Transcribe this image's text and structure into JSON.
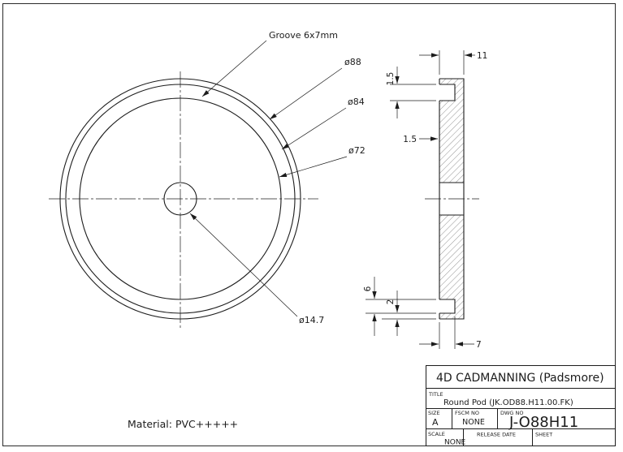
{
  "page": {
    "bg": "#ffffff",
    "line_color": "#1c1c1c"
  },
  "front_view": {
    "labels": {
      "groove": "Groove 6x7mm",
      "dia_88": "ø88",
      "dia_84": "ø84",
      "dia_72": "ø72",
      "dia_14_7": "ø14.7"
    }
  },
  "section_view": {
    "dims": {
      "width_total": "11",
      "lip_top": "1.5",
      "step": "1.5",
      "groove_width": "6",
      "lip_bottom": "2",
      "groove_depth": "7"
    }
  },
  "notes": {
    "material": "Material: PVC+++++"
  },
  "title_block": {
    "company": "4D CADMANNING (Padsmore)",
    "rows": {
      "title_label": "TITLE",
      "title_value": "Round Pod (JK.OD88.H11.00.FK)",
      "size_label": "SIZE",
      "size_value": "A",
      "fscm_label": "FSCM NO",
      "fscm_value": "NONE",
      "dwg_label": "DWG NO",
      "dwg_value": "J-O88H11",
      "scale_label": "SCALE",
      "scale_value": "NONE",
      "release_label": "RELEASE DATE",
      "sheet_label": "SHEET"
    }
  }
}
